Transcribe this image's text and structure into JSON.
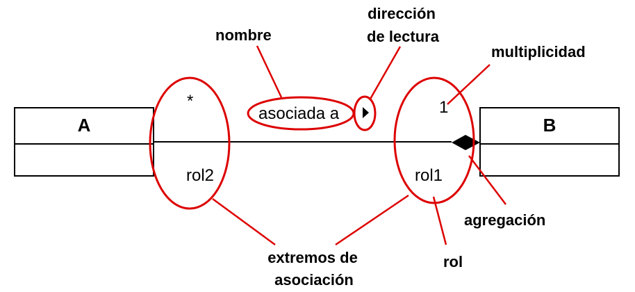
{
  "diagram": {
    "class_a": {
      "name": "A"
    },
    "class_b": {
      "name": "B"
    },
    "association": {
      "name": "asociada a",
      "end_a": {
        "multiplicity": "*",
        "role": "rol2"
      },
      "end_b": {
        "multiplicity": "1",
        "role": "rol1"
      }
    },
    "annotations": {
      "name": "nombre",
      "reading_direction": [
        "dirección",
        "de lectura"
      ],
      "multiplicity": "multiplicidad",
      "aggregation": "agregación",
      "association_ends": [
        "extremos de",
        "asociación"
      ],
      "role": "rol"
    }
  },
  "colors": {
    "highlight": "#dd0000",
    "ink": "#000000"
  }
}
